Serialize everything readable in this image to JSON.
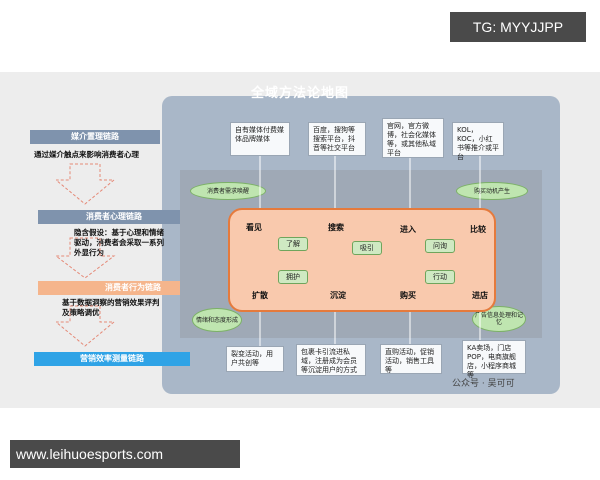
{
  "watermark_tag": "TG: MYYJJPP",
  "footer_url": "www.leihuoesports.com",
  "diagram": {
    "title": "全域方法论地图",
    "left_bands": [
      {
        "label": "媒介置理链路",
        "note": "通过媒介触点来影响消费者心理"
      },
      {
        "label": "消费者心理链路",
        "note": "隐含假设：基于心理和情绪驱动，消费者会采取一系列外显行为"
      },
      {
        "label": "消费者行为链路",
        "note": "基于数据洞察的营销效果评判及策略调优"
      },
      {
        "label": "营销效率测量链路",
        "note": ""
      }
    ],
    "top_boxes": [
      "自有媒体付费媒体品牌媒体",
      "百度，搜狗等搜索平台，抖音等社交平台",
      "官网，官方微博，社会化媒体等，或其他私域平台",
      "KOL，KOC，小红书等推介或平台"
    ],
    "bottom_boxes": [
      "裂变活动，用户共创等",
      "包裹卡引流进私域，注册成为会员等沉淀用户的方式",
      "直购活动，促销活动，销售工具等",
      "KA卖场，门店POP，电商旗舰店，小程序商城等"
    ],
    "steps_top": [
      "看见",
      "搜索",
      "进入",
      "比较"
    ],
    "steps_bottom": [
      "扩散",
      "沉淀",
      "购买",
      "进店"
    ],
    "pills": [
      "了解",
      "吸引",
      "问询",
      "拥护",
      "行动"
    ],
    "ovals": [
      "消费者需求唤醒",
      "购买动机产生",
      "情绪和态度形成",
      "广告信息处理和记忆"
    ]
  },
  "wechat_credit": "公众号 · 吴可可"
}
